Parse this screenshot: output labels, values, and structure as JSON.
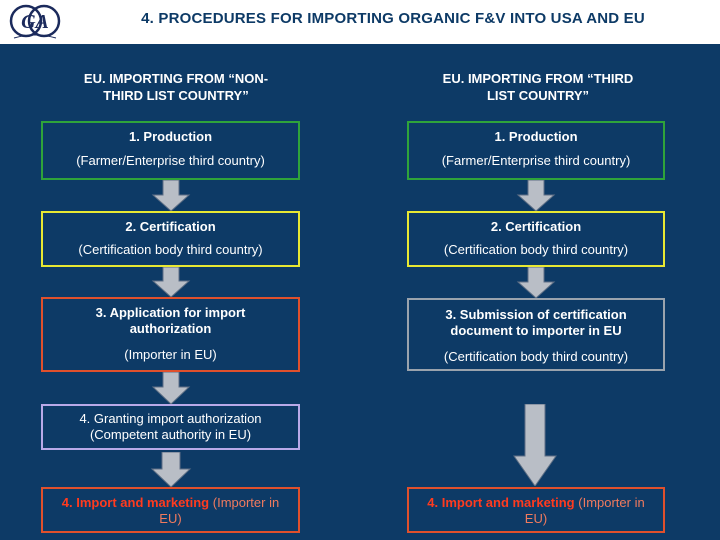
{
  "header": {
    "title": "4.  PROCEDURES FOR IMPORTING ORGANIC F&V INTO USA AND EU"
  },
  "left": {
    "title": "EU.  IMPORTING FROM “NON-THIRD LIST COUNTRY”",
    "steps": [
      {
        "title": "1.  Production",
        "sub": "(Farmer/Enterprise third country)"
      },
      {
        "title": "2.  Certification",
        "sub": "(Certification body third country)"
      },
      {
        "title": "3.  Application for import authorization",
        "sub": "(Importer in EU)"
      },
      {
        "text": "4.  Granting import authorization (Competent authority in EU)"
      },
      {
        "title": "4.  Import and marketing",
        "sub": " (Importer in EU)"
      }
    ]
  },
  "right": {
    "title": "EU.  IMPORTING FROM “THIRD LIST COUNTRY”",
    "steps": [
      {
        "title": "1.  Production",
        "sub": "(Farmer/Enterprise third country)"
      },
      {
        "title": "2.  Certification",
        "sub": "(Certification body third country)"
      },
      {
        "title": "3.  Submission of certification document to importer in EU",
        "sub": "(Certification body third country)"
      },
      {
        "title": "4.  Import and marketing",
        "sub": " (Importer in EU)"
      }
    ]
  },
  "colors": {
    "background": "#0d3a66",
    "green": "#2fa33a",
    "yellow": "#e8e832",
    "red": "#e0502c",
    "gray": "#9aa3ad",
    "violet": "#b9a9e8",
    "arrow": "#b9bec6"
  }
}
